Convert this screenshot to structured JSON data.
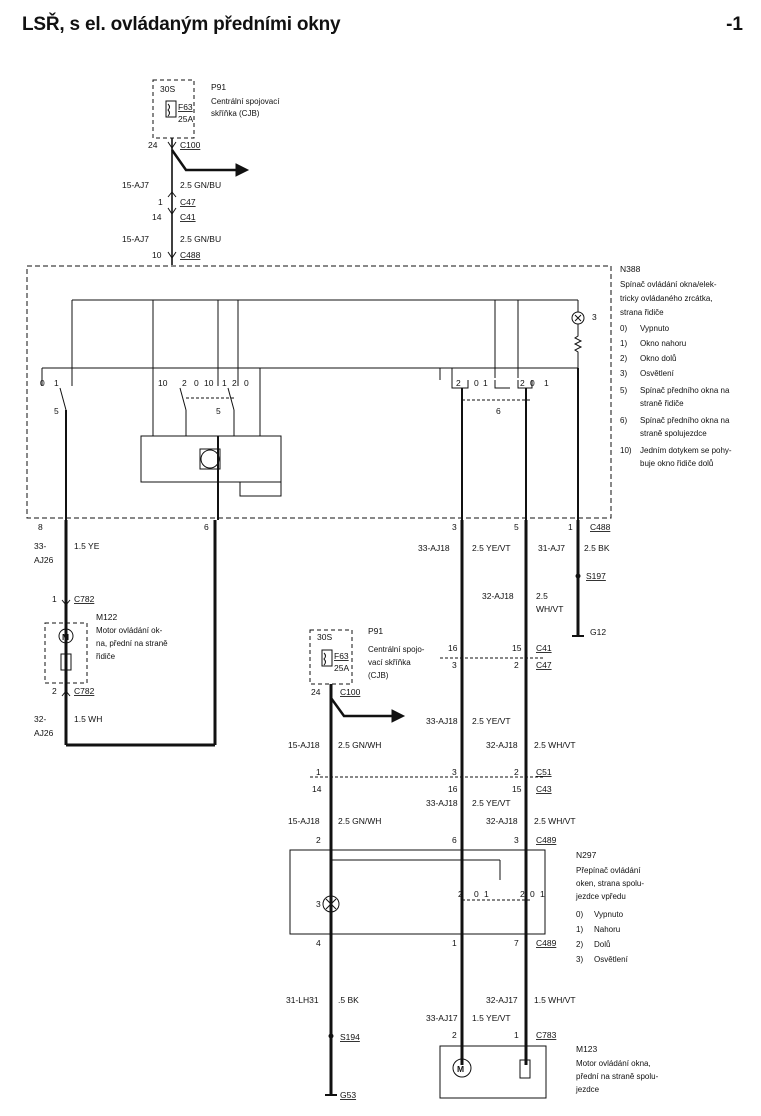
{
  "title": "LSŘ, s el. ovládaným předními okny",
  "page_number": "-1",
  "colors": {
    "line": "#111111",
    "background": "#ffffff"
  },
  "p91_top": {
    "code": "P91",
    "terminal": "30S",
    "fuse": "F63",
    "amp": "25A",
    "desc_lines": [
      "Centrální spojovací",
      "skříňka (CJB)"
    ],
    "pin": "24",
    "connector": "C100"
  },
  "top_wire": {
    "circuit1": "15-AJ7",
    "wire1": "2.5 GN/BU",
    "c47_pin": "1",
    "c47": "C47",
    "c41_pin": "14",
    "c41": "C41",
    "circuit2": "15-AJ7",
    "wire2": "2.5 GN/BU",
    "c488_pin": "10",
    "c488": "C488"
  },
  "n388": {
    "code": "N388",
    "desc_lines": [
      "Spínač ovládání okna/elek-",
      "tricky ovládaného zrcátka,",
      "strana řidiče"
    ],
    "legend": [
      {
        "n": "0)",
        "text": "Vypnuto"
      },
      {
        "n": "1)",
        "text": "Okno nahoru"
      },
      {
        "n": "2)",
        "text": "Okno dolů"
      },
      {
        "n": "3)",
        "text": "Osvětlení"
      },
      {
        "n": "5)",
        "text": "Spínač předního okna na"
      },
      {
        "n": "",
        "text": "straně řidiče"
      },
      {
        "n": "6)",
        "text": "Spínač předního okna na"
      },
      {
        "n": "",
        "text": "straně spolujezdce"
      },
      {
        "n": "10)",
        "text": "Jedním dotykem se pohy-"
      },
      {
        "n": "",
        "text": "buje okno řidiče dolů"
      }
    ],
    "switch_labels": {
      "s5_left": [
        "0",
        "1"
      ],
      "s5_mark": "5",
      "s10": [
        "10",
        "2",
        "0"
      ],
      "s10b": [
        "10",
        "1",
        "2",
        "0"
      ],
      "group5": "5",
      "s6a": [
        "2",
        "0",
        "1"
      ],
      "s6b": [
        "2",
        "0",
        "1"
      ],
      "group6": "6",
      "lamp": "3"
    },
    "bottom_pins": [
      "8",
      "6",
      "3",
      "5",
      "1"
    ],
    "bottom_connector": "C488"
  },
  "left_branch": {
    "circuit_a": "33-",
    "circuit_b": "AJ26",
    "wire": "1.5 YE",
    "m122_pin_top": "1",
    "c782_top": "C782",
    "m122_code": "M122",
    "m122_desc": [
      "Motor ovládání ok-",
      "na, přední na straně",
      "řidiče"
    ],
    "m122_pin_bot": "2",
    "c782_bot": "C782",
    "circuit2_a": "32-",
    "circuit2_b": "AJ26",
    "wire2": "1.5 WH"
  },
  "right_branch": {
    "circuit_3": "33-AJ18",
    "wire_3": "2.5 YE/VT",
    "circuit_5": "32-AJ18",
    "wire_5a": "2.5",
    "wire_5b": "WH/VT",
    "circuit_1": "31-AJ7",
    "wire_1": "2.5 BK",
    "splice": "S197",
    "ground": "G12"
  },
  "p91_bottom": {
    "code": "P91",
    "terminal": "30S",
    "fuse": "F63",
    "amp": "25A",
    "desc_lines": [
      "Centrální spojo-",
      "vací skříňka",
      "(CJB)"
    ],
    "pin": "24",
    "connector": "C100"
  },
  "c41_c47": {
    "pins_top": [
      "16",
      "15"
    ],
    "c41": "C41",
    "pins_bot": [
      "3",
      "2"
    ],
    "c47": "C47"
  },
  "mid_wires": {
    "circ_left": "15-AJ18",
    "wire_left": "2.5 GN/WH",
    "circ_mid": "33-AJ18",
    "wire_mid": "2.5 YE/VT",
    "circ_right": "32-AJ18",
    "wire_right": "2.5 WH/VT"
  },
  "c51": {
    "pins": [
      "1",
      "3",
      "2"
    ],
    "label": "C51"
  },
  "c43": {
    "pins": [
      "14",
      "16",
      "15"
    ],
    "label": "C43"
  },
  "lower_wires": {
    "circ_left": "15-AJ18",
    "wire_left": "2.5 GN/WH",
    "circ_mid": "33-AJ18",
    "wire_mid": "2.5 YE/VT",
    "circ_right": "32-AJ18",
    "wire_right": "2.5 WH/VT"
  },
  "c489_top": {
    "pins": [
      "2",
      "6",
      "3"
    ],
    "label": "C489"
  },
  "n297": {
    "code": "N297",
    "desc_lines": [
      "Přepínač ovládání",
      "oken, strana spolu-",
      "jezdce vpředu"
    ],
    "legend": [
      {
        "n": "0)",
        "text": "Vypnuto"
      },
      {
        "n": "1)",
        "text": "Nahoru"
      },
      {
        "n": "2)",
        "text": "Dolů"
      },
      {
        "n": "3)",
        "text": "Osvětlení"
      }
    ],
    "switch_labels": {
      "a": [
        "2",
        "0",
        "1"
      ],
      "b": [
        "2",
        "0",
        "1"
      ],
      "lamp": "3"
    }
  },
  "c489_bot": {
    "pins": [
      "4",
      "1",
      "7"
    ],
    "label": "C489"
  },
  "bottom_wires": {
    "circ_ground": "31-LH31",
    "wire_ground": ".5 BK",
    "circ_a": "33-AJ17",
    "wire_a": "1.5 YE/VT",
    "circ_b": "32-AJ17",
    "wire_b": "1.5 WH/VT",
    "splice": "S194",
    "ground": "G53"
  },
  "m123": {
    "pins": [
      "2",
      "1"
    ],
    "connector": "C783",
    "code": "M123",
    "desc_lines": [
      "Motor ovládání okna,",
      "přední na straně spolu-",
      "jezdce"
    ]
  }
}
